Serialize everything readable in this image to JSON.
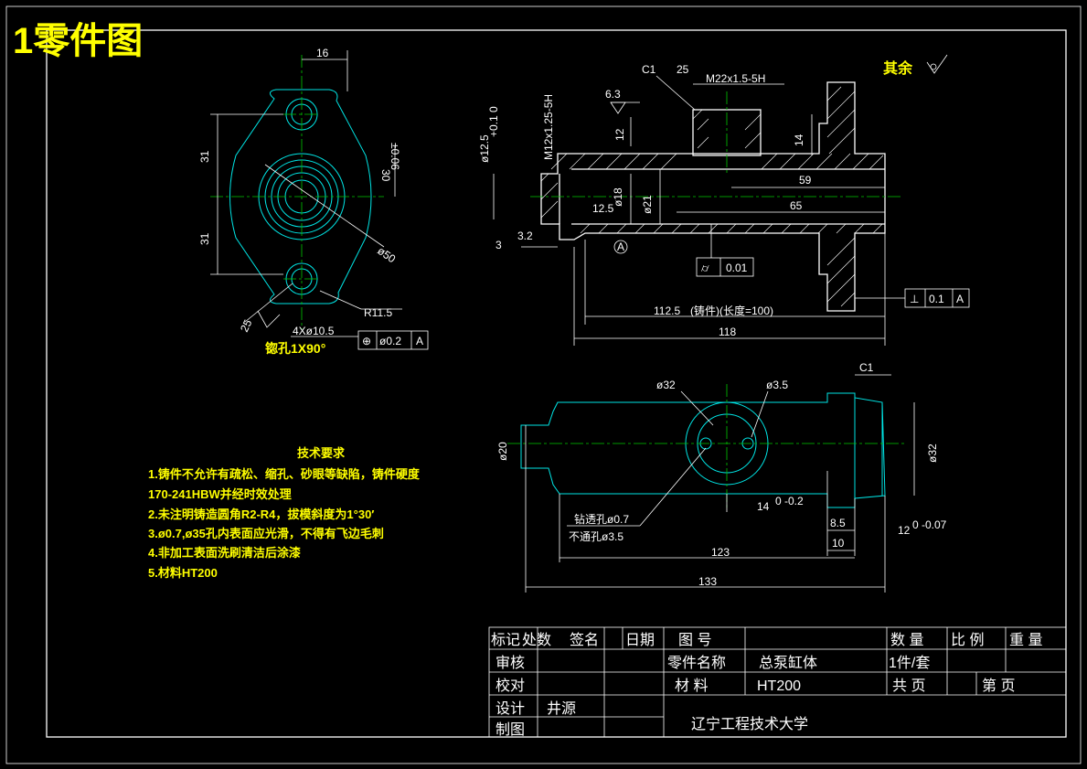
{
  "header": {
    "title": "1零件图"
  },
  "roughness_note": {
    "text": "其余"
  },
  "front_view": {
    "dim_top": "16",
    "dim_left_upper": "31",
    "dim_left_lower": "31",
    "dim_right": "30",
    "dim_right_tol": "±0.06",
    "dim_radius": "R11.5",
    "dim_dia": "ø50",
    "dim_angle": "25",
    "hole_note": "4Xø10.5",
    "counterbore": "锪孔1X90°",
    "fcf_symbol": "⊕",
    "fcf_value": "ø0.2",
    "fcf_datum": "A"
  },
  "section_view": {
    "chamfer": "C1",
    "thread_top": "M22x1.5-5H",
    "thread_left": "M12x1.25-5H",
    "rough_top": "6.3",
    "dim_12": "12",
    "dim_14": "14",
    "dim_dia125": "ø12.5",
    "dim_dia125_tol": "+0.1 0",
    "dim_59": "59",
    "dim_65": "65",
    "dim_dia18": "ø18",
    "dim_dia21": "ø21",
    "dim_3": "3",
    "datum_a": "A",
    "fcf2_symbol": "⌭",
    "fcf2_value": "0.01",
    "fcf3_symbol": "⊥",
    "fcf3_value": "0.1",
    "fcf3_datum": "A",
    "dim_1125": "112.5",
    "dim_1125_note": "(铸件)(长度=100)",
    "dim_118": "118",
    "small_rough_1": "25",
    "small_rough_2": "12.5",
    "small_rough_3": "3.2"
  },
  "top_view": {
    "dia32a": "ø32",
    "dia35": "ø3.5",
    "chamfer": "C1",
    "dia20": "ø20",
    "dia32b": "ø32",
    "dim_14": "14",
    "dim_14_tol": "0 -0.2",
    "drill_note1": "钻透孔ø0.7",
    "drill_note2": "不通孔ø3.5",
    "dim_85": "8.5",
    "dim_10": "10",
    "dim_12": "12",
    "dim_12_tol": "0 -0.07",
    "dim_123": "123",
    "dim_133": "133"
  },
  "tech_requirements": {
    "title": "技术要求",
    "items": [
      "1.铸件不允许有疏松、缩孔、砂眼等缺陷，铸件硬度",
      "170-241HBW并经时效处理",
      "2.未注明铸造圆角R2-R4，拔模斜度为1°30′",
      "3.ø0.7,ø35孔内表面应光滑，不得有飞边毛刺",
      "4.非加工表面洗刷清洁后涂漆",
      "5.材料HT200"
    ]
  },
  "title_block": {
    "h_biaoji": "标记",
    "h_chushu": "处数",
    "h_qianming": "签名",
    "h_riqi": "日期",
    "h_tuhao": "图 号",
    "h_shuliang": "数 量",
    "h_bili": "比 例",
    "h_zhongliang": "重 量",
    "r_shenhe": "审核",
    "r_lingjian": "零件名称",
    "v_lingjian": "总泵缸体",
    "v_jian": "1件/套",
    "r_jiaodui": "校对",
    "r_cailiao": "材 料",
    "v_cailiao": "HT200",
    "r_gong": "共 页",
    "r_di": "第 页",
    "r_sheji": "设计",
    "v_sheji": "井源",
    "r_zhitu": "制图",
    "school": "辽宁工程技术大学"
  }
}
